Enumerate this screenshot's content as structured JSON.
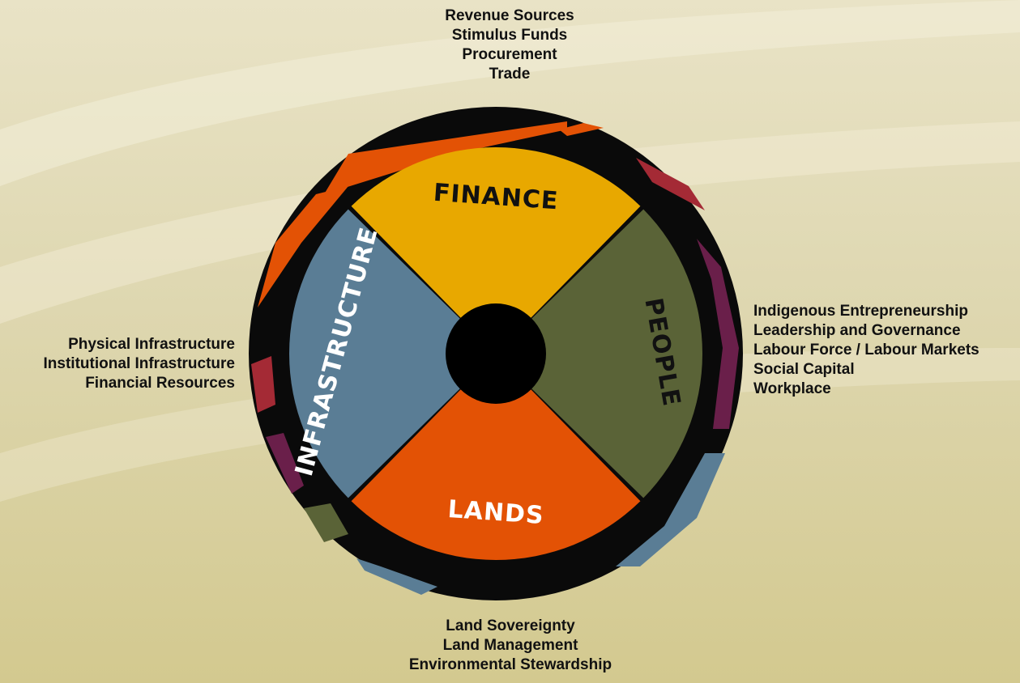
{
  "colors": {
    "finance": "#e8a800",
    "people": "#5a6337",
    "lands": "#e35205",
    "infrastructure": "#5a7d95",
    "ring": "#0a0a0a",
    "hub": "#000000",
    "accent_red": "#a42a35",
    "accent_purple": "#6a1f4a",
    "accent_orange": "#e35205",
    "accent_blue": "#5a7d95",
    "accent_green": "#5a6337"
  },
  "quadrants": {
    "finance": "FINANCE",
    "people": "PEOPLE",
    "lands": "LANDS",
    "infrastructure": "INFRASTRUCTURE"
  },
  "labels": {
    "finance": [
      "Revenue Sources",
      "Stimulus Funds",
      "Procurement",
      "Trade"
    ],
    "people": [
      "Indigenous Entrepreneurship",
      "Leadership and Governance",
      "Labour Force / Labour Markets",
      "Social Capital",
      "Workplace"
    ],
    "infrastructure": [
      "Physical Infrastructure",
      "Institutional Infrastructure",
      "Financial Resources"
    ],
    "lands": [
      "Land Sovereignty",
      "Land Management",
      "Environmental Stewardship"
    ]
  }
}
